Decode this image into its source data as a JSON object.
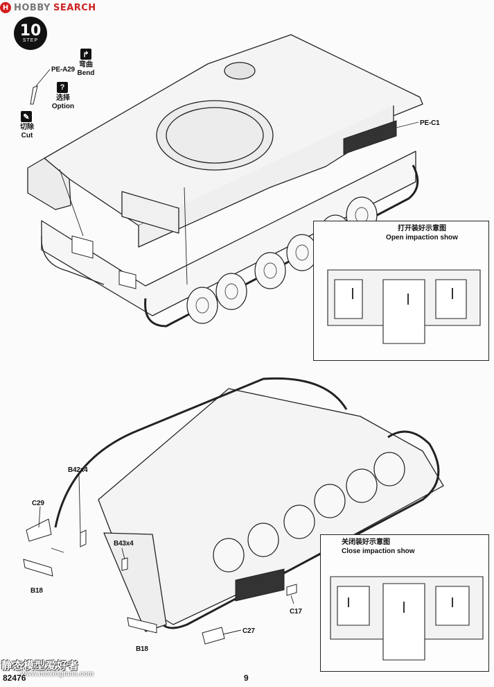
{
  "watermark": {
    "logo_text": "H",
    "brand": "HOBBY",
    "suffix": "SEARCH"
  },
  "step": {
    "number": "10",
    "label": "STEP"
  },
  "legend": {
    "bend_cn": "弯曲",
    "bend_en": "Bend",
    "option_cn": "选择",
    "option_en": "Option",
    "cut_cn": "切除",
    "cut_en": "Cut"
  },
  "parts": {
    "pe_a29": "PE-A29",
    "pe_c1": "PE-C1",
    "b42": "B42x4",
    "b43": "B43x4",
    "c29": "C29",
    "b18_left": "B18",
    "b18_bottom": "B18",
    "c17": "C17",
    "c27": "C27"
  },
  "open_box": {
    "title_cn": "打开装好示意图",
    "title_en": "Open impaction show"
  },
  "close_box": {
    "title_cn": "关闭装好示意图",
    "title_en": "Close impaction show"
  },
  "footer": {
    "kit_number": "82476",
    "page_number": "9"
  },
  "site_watermark": {
    "name": "静态模型爱好者",
    "url": "www.moxingfans.com"
  },
  "colors": {
    "ink": "#111111",
    "paper": "#fbfbfb",
    "watermark_red": "#d31f1f"
  }
}
